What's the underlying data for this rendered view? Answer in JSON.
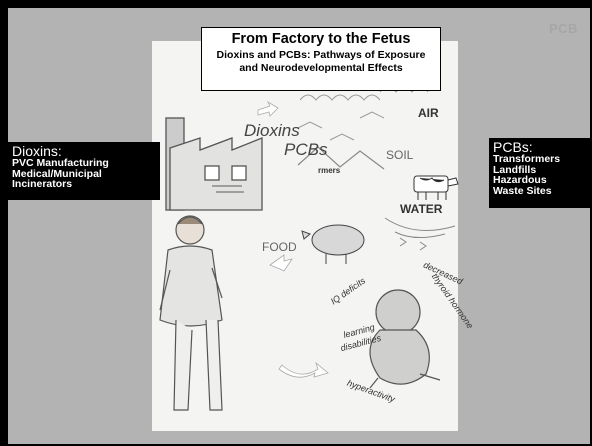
{
  "corner_text": "PCB",
  "title": "From Factory to the Fetus",
  "subtitle_line1": "Dioxins and PCBs: Pathways of Exposure",
  "subtitle_line2": "and Neurodevelopmental Effects",
  "dioxins_label": {
    "heading": "Dioxins:",
    "items": [
      "PVC Manufacturing",
      "Medical/Municipal",
      "Incinerators"
    ]
  },
  "pcbs_label": {
    "heading": "PCBs:",
    "items": [
      "Transformers",
      "Landfills",
      "Hazardous",
      "Waste Sites"
    ]
  },
  "illustration": {
    "dioxins": "Dioxins",
    "pcbs": "PCBs",
    "air": "AIR",
    "soil": "SOIL",
    "water": "WATER",
    "food": "FOOD",
    "farmers": "rmers",
    "iq_deficits": "IQ deficits",
    "decreased": "decreased",
    "thyroid_hormone": "thyroid hormone",
    "learning": "learning",
    "disabilities": "disabilities",
    "hyperactivity": "hyperactivity"
  },
  "colors": {
    "background": "#000000",
    "slide": "#b3b3b3",
    "illustration_bg": "#f4f4f2"
  }
}
